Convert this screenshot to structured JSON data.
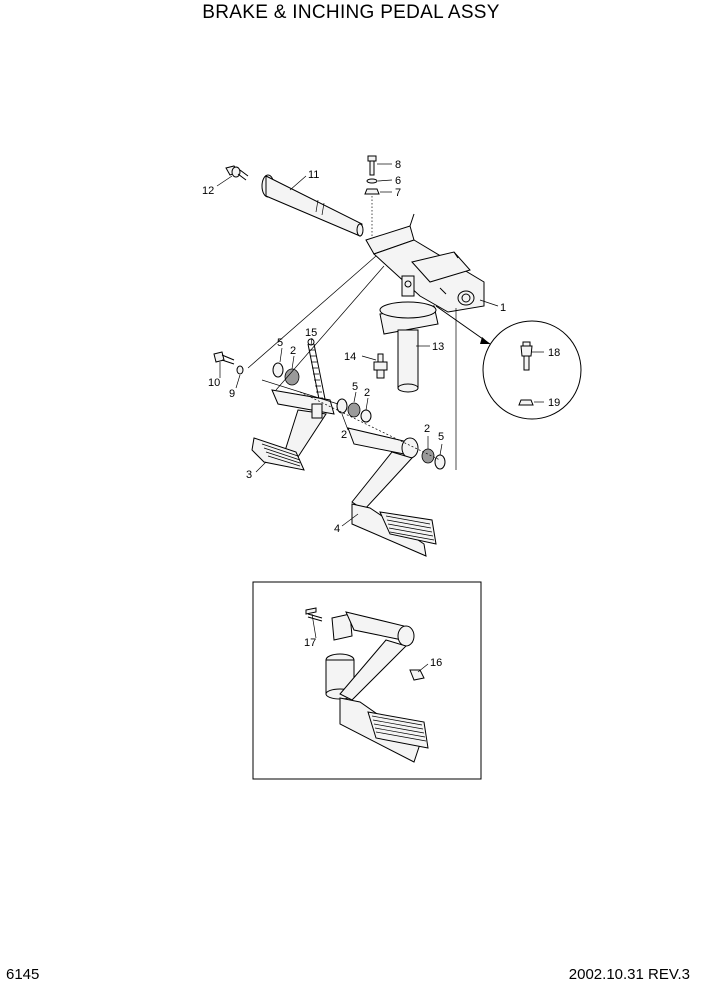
{
  "title": "BRAKE & INCHING PEDAL ASSY",
  "page_number": "6145",
  "revision": "2002.10.31 REV.3",
  "callouts": {
    "c1": "1",
    "c2a": "2",
    "c2b": "2",
    "c2c": "2",
    "c2d": "2",
    "c3": "3",
    "c4": "4",
    "c5a": "5",
    "c5b": "5",
    "c5c": "5",
    "c6": "6",
    "c7": "7",
    "c8": "8",
    "c9": "9",
    "c10": "10",
    "c11": "11",
    "c12": "12",
    "c13": "13",
    "c14": "14",
    "c15": "15",
    "c16": "16",
    "c17": "17",
    "c18": "18",
    "c19": "19"
  }
}
